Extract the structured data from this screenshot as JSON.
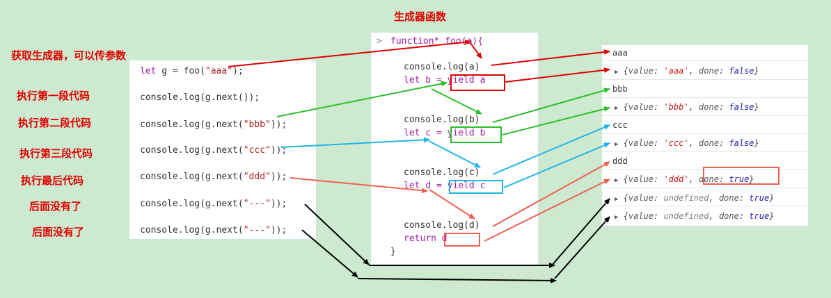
{
  "title": "生成器函数",
  "annotations": [
    "获取生成器，可以传参数",
    "执行第一段代码",
    "执行第二段代码",
    "执行第三段代码",
    "执行最后代码",
    "后面没有了",
    "后面没有了"
  ],
  "left_code": [
    {
      "pre": "let ",
      "kw": "let",
      "body": " g = foo(",
      "str": "\"aaa\"",
      "post": ");"
    },
    {
      "text": "console.log(g.next());"
    },
    {
      "text": "console.log(g.next(",
      "str": "\"bbb\"",
      "post": "));"
    },
    {
      "text": "console.log(g.next(",
      "str": "\"ccc\"",
      "post": "));"
    },
    {
      "text": "console.log(g.next(",
      "str": "\"ddd\"",
      "post": "));"
    },
    {
      "text": "console.log(g.next(",
      "str": "\"---\"",
      "post": "));"
    },
    {
      "text": "console.log(g.next(",
      "str": "\"---\"",
      "post": "));"
    }
  ],
  "middle_code": {
    "prompt": ">",
    "header_kw": "function*",
    "header_rest": " foo(a){",
    "lines": [
      "console.log(a)",
      "let b = yield a",
      "console.log(b)",
      "let c = yield b",
      "console.log(c)",
      "let d = yield c",
      "console.log(d)",
      "return d",
      "}"
    ]
  },
  "console_output": [
    "aaa",
    "{value: 'aaa', done: false}",
    "bbb",
    "{value: 'bbb', done: false}",
    "ccc",
    "{value: 'ccc', done: false}",
    "ddd",
    "{value: 'ddd', done: true}",
    "{value: undefined, done: true}",
    "{value: undefined, done: true}"
  ],
  "colors": {
    "red": "#e00000",
    "green": "#2bbf2b",
    "blue": "#1fb4e8",
    "salmon": "#f06050",
    "black": "#000000",
    "background": "#cde9cf"
  }
}
